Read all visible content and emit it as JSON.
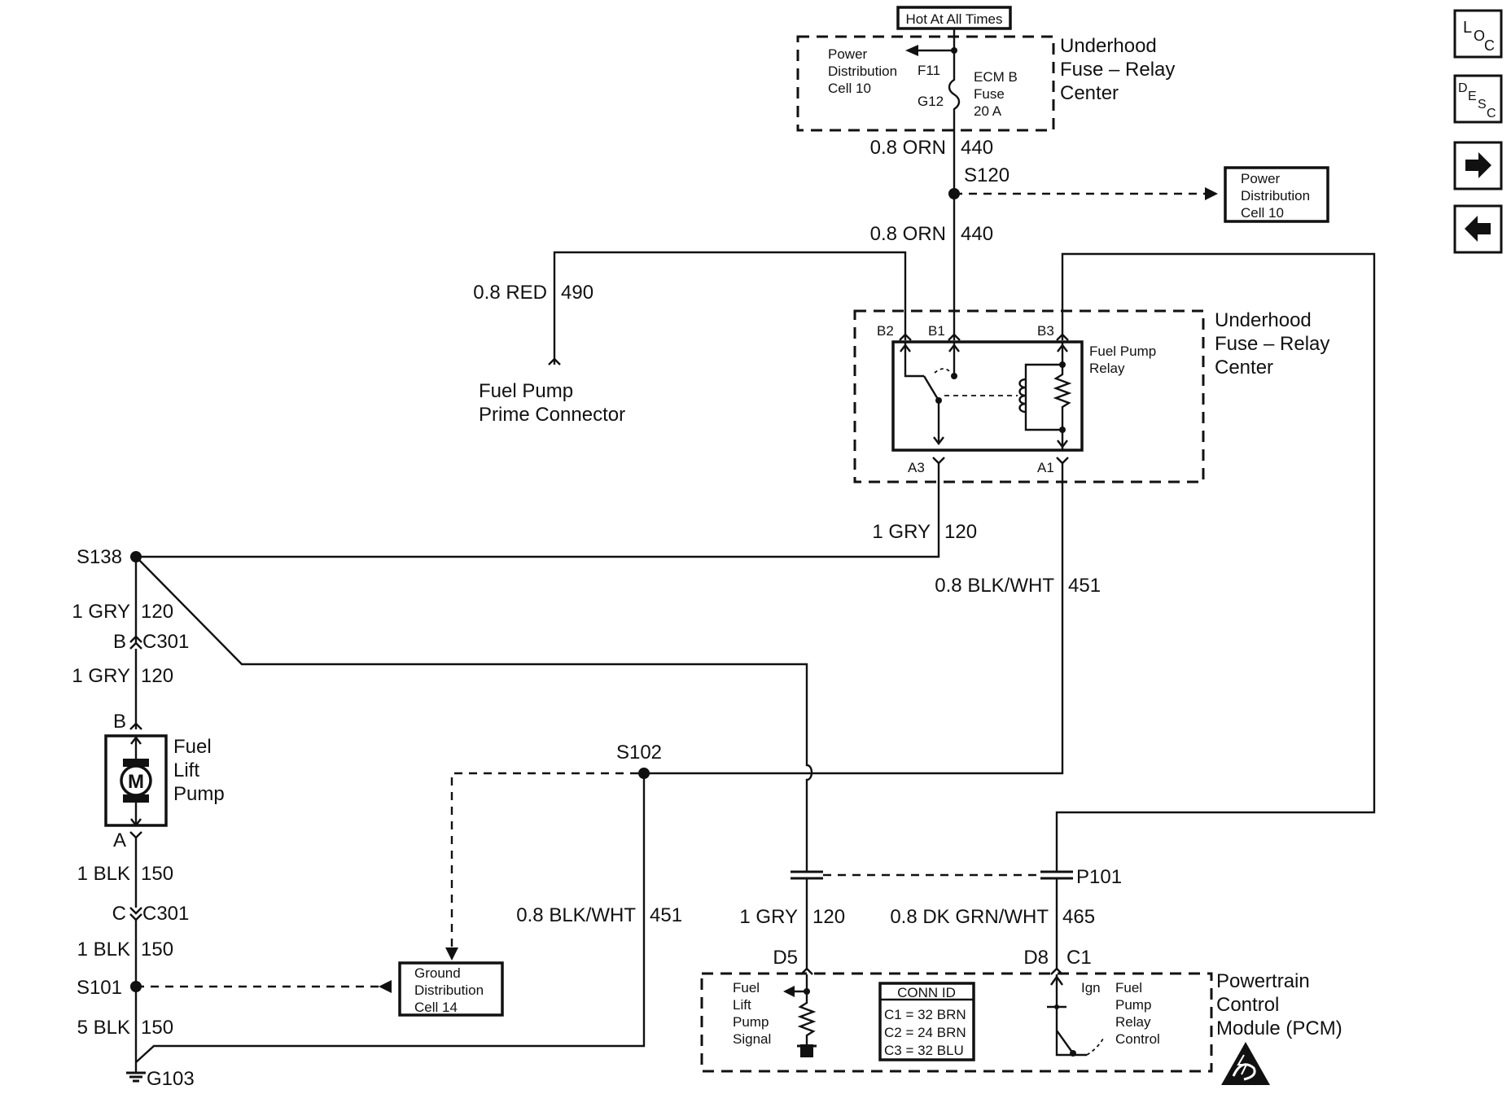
{
  "colors": {
    "ink": "#111111",
    "paper": "#ffffff"
  },
  "top": {
    "hot_label": "Hot At All Times",
    "fuse_center_label": [
      "Underhood",
      "Fuse – Relay",
      "Center"
    ],
    "power_dist": [
      "Power",
      "Distribution",
      "Cell 10"
    ],
    "f11": "F11",
    "g12": "G12",
    "fuse": [
      "ECM B",
      "Fuse",
      "20 A"
    ]
  },
  "wires": {
    "w440a_gauge": "0.8 ORN",
    "w440a_circuit": "440",
    "s120": "S120",
    "power_dist_right": [
      "Power",
      "Distribution",
      "Cell 10"
    ],
    "w440b_gauge": "0.8 ORN",
    "w440b_circuit": "440",
    "w490_gauge": "0.8 RED",
    "w490_circuit": "490",
    "fuel_prime": [
      "Fuel Pump",
      "Prime Connector"
    ],
    "w120a_gauge": "1 GRY",
    "w120a_circuit": "120",
    "s138": "S138",
    "w451a_gauge": "0.8 BLK/WHT",
    "w451a_circuit": "451",
    "w120b_gauge": "1 GRY",
    "w120b_circuit": "120",
    "c301_b_pin": "B",
    "c301_b": "C301",
    "w120c_gauge": "1 GRY",
    "w120c_circuit": "120",
    "pump_b": "B",
    "pump_label": [
      "Fuel",
      "Lift",
      "Pump"
    ],
    "motor": "M",
    "pump_a": "A",
    "s102": "S102",
    "w150a_gauge": "1 BLK",
    "w150a_circuit": "150",
    "c301_c_pin": "C",
    "c301_c": "C301",
    "w150b_gauge": "1 BLK",
    "w150b_circuit": "150",
    "s101": "S101",
    "ground_dist": [
      "Ground",
      "Distribution",
      "Cell 14"
    ],
    "w150c_gauge": "5 BLK",
    "w150c_circuit": "150",
    "g103": "G103",
    "w451b_gauge": "0.8 BLK/WHT",
    "w451b_circuit": "451",
    "w120d_gauge": "1 GRY",
    "w120d_circuit": "120",
    "p101": "P101",
    "w465_gauge": "0.8 DK GRN/WHT",
    "w465_circuit": "465",
    "d5": "D5",
    "d8": "D8",
    "c1": "C1"
  },
  "relay": {
    "b2": "B2",
    "b1": "B1",
    "b3": "B3",
    "name": [
      "Fuel Pump",
      "Relay"
    ],
    "center": [
      "Underhood",
      "Fuse – Relay",
      "Center"
    ],
    "a3": "A3",
    "a1": "A1"
  },
  "pcm": {
    "label": [
      "Powertrain",
      "Control",
      "Module (PCM)"
    ],
    "signal": [
      "Fuel",
      "Lift",
      "Pump",
      "Signal"
    ],
    "conn_id_title": "CONN ID",
    "conn_ids": [
      "C1 = 32 BRN",
      "C2 = 24 BRN",
      "C3 = 32 BLU"
    ],
    "ign": "Ign",
    "relay_control": [
      "Fuel",
      "Pump",
      "Relay",
      "Control"
    ]
  },
  "nav": {
    "loc": [
      "L",
      "O",
      "C"
    ],
    "desc": [
      "D",
      "E",
      "S",
      "C"
    ],
    "next_icon": "right-arrow-icon",
    "prev_icon": "left-arrow-icon"
  }
}
